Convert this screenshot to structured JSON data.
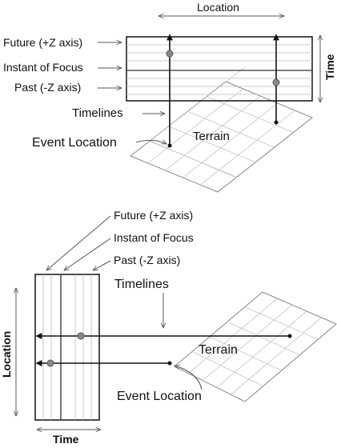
{
  "top_panel": {
    "location_label": "Location",
    "time_label": "Time",
    "future_label": "Future (+Z axis)",
    "focus_label": "Instant of Focus",
    "past_label": "Past (-Z axis)",
    "timelines_label": "Timelines",
    "terrain_label": "Terrain",
    "event_location_label": "Event Location"
  },
  "bottom_panel": {
    "future_label": "Future (+Z axis)",
    "focus_label": "Instant of Focus",
    "past_label": "Past (-Z axis)",
    "timelines_label": "Timelines",
    "terrain_label": "Terrain",
    "event_location_label": "Event Location",
    "location_label": "Location",
    "time_label": "Time"
  }
}
